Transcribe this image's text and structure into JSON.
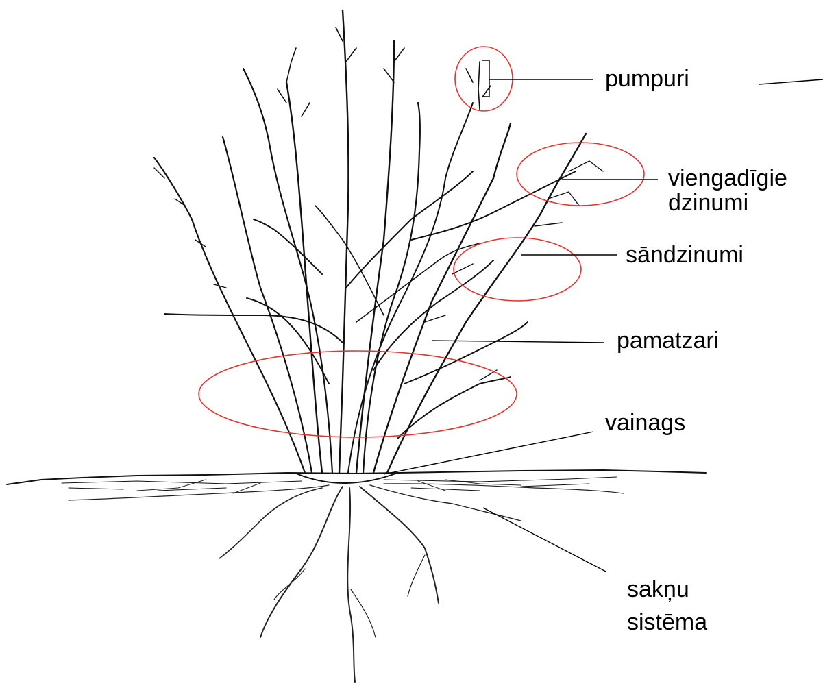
{
  "diagram": {
    "labels": {
      "pumpuri": "pumpuri",
      "viengadigie_line1": "viengadīgie",
      "viengadigie_line2": "dzinumi",
      "sandzinumi": "sāndzinumi",
      "pamatzari": "pamatzari",
      "vainags": "vainags",
      "saknu_line1": "sakņu",
      "saknu_line2": "sistēma"
    },
    "colors": {
      "highlight": "#e8322e",
      "ink": "#000000",
      "background": "#ffffff"
    }
  }
}
